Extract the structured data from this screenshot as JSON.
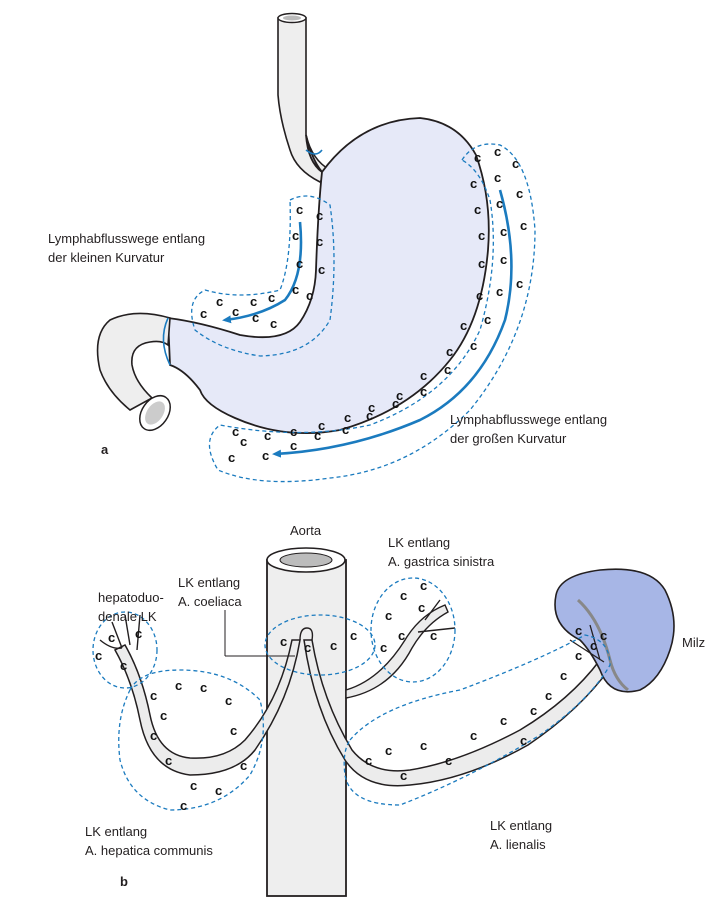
{
  "figure_a": {
    "panel_label": "a",
    "label_small_curvature": [
      "Lymphabflusswege entlang",
      "der kleinen Kurvatur"
    ],
    "label_large_curvature": [
      "Lymphabflusswege entlang",
      "der großen Kurvatur"
    ]
  },
  "figure_b": {
    "panel_label": "b",
    "aorta": "Aorta",
    "gastrica": [
      "LK entlang",
      "A. gastrica sinistra"
    ],
    "coeliaca": [
      "LK entlang",
      "A. coeliaca"
    ],
    "hepatoduodenal": [
      "hepatoduo-",
      "denale LK"
    ],
    "spleen": "Milz",
    "hepatica": [
      "LK entlang",
      "A. hepatica communis"
    ],
    "lienalis": [
      "LK entlang",
      "A. lienalis"
    ]
  },
  "colors": {
    "stomach_fill": "#e6e9f8",
    "spleen_fill": "#a7b6e6",
    "vessel_fill": "#ececec",
    "accent_blue": "#1b7bbf",
    "outline": "#231f20"
  },
  "icons": {
    "lymph_node": "crescent-node-icon"
  }
}
